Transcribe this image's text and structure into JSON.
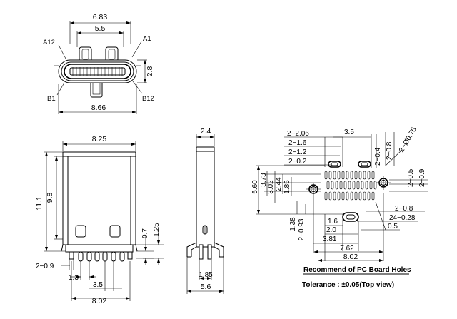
{
  "front_view": {
    "dim_width_top": "6.83",
    "dim_width_inner": "5.5",
    "dim_height": "2.8",
    "dim_width_bottom": "8.66",
    "pin_a12": "A12",
    "pin_a1": "A1",
    "pin_b1": "B1",
    "pin_b12": "B12"
  },
  "top_view": {
    "dim_width": "8.25",
    "dim_total_height": "11.1",
    "dim_body_height": "9.8",
    "dim_pin_pitch_count": "2−0.9",
    "dim_1_3": "1.3",
    "dim_3_5": "3.5",
    "dim_8_02": "8.02"
  },
  "side_view": {
    "dim_top": "2.4",
    "dim_0_7": "0.7",
    "dim_1_25": "1.25",
    "dim_1_85": "1.85",
    "dim_5_6": "5.6"
  },
  "pcb_layout": {
    "labels_left": [
      "2−2.06",
      "2−1.6",
      "2−1.2",
      "2−0.2"
    ],
    "dim_3_5": "3.5",
    "labels_right_top": [
      "2−0.4",
      "2−0.8",
      "2−Ø0.75"
    ],
    "labels_right_mid": [
      "2−0.5",
      "2−0.9"
    ],
    "vert_left": [
      "5.60",
      "3.73",
      "3.02",
      "2.44",
      "1.85"
    ],
    "labels_right_low": [
      "2−0.8",
      "24−0.28",
      "0.5"
    ],
    "vert_bottom_left": [
      "1.38",
      "2−0.93"
    ],
    "dim_1_6": "1.6",
    "dim_2_0": "2.0",
    "dim_3_81": "3.81",
    "dim_7_62": "7.62",
    "dim_8_02": "8.02",
    "caption": "Recommend of PC Board Holes",
    "tolerance": "Tolerance : ±0.05(Top view)"
  }
}
